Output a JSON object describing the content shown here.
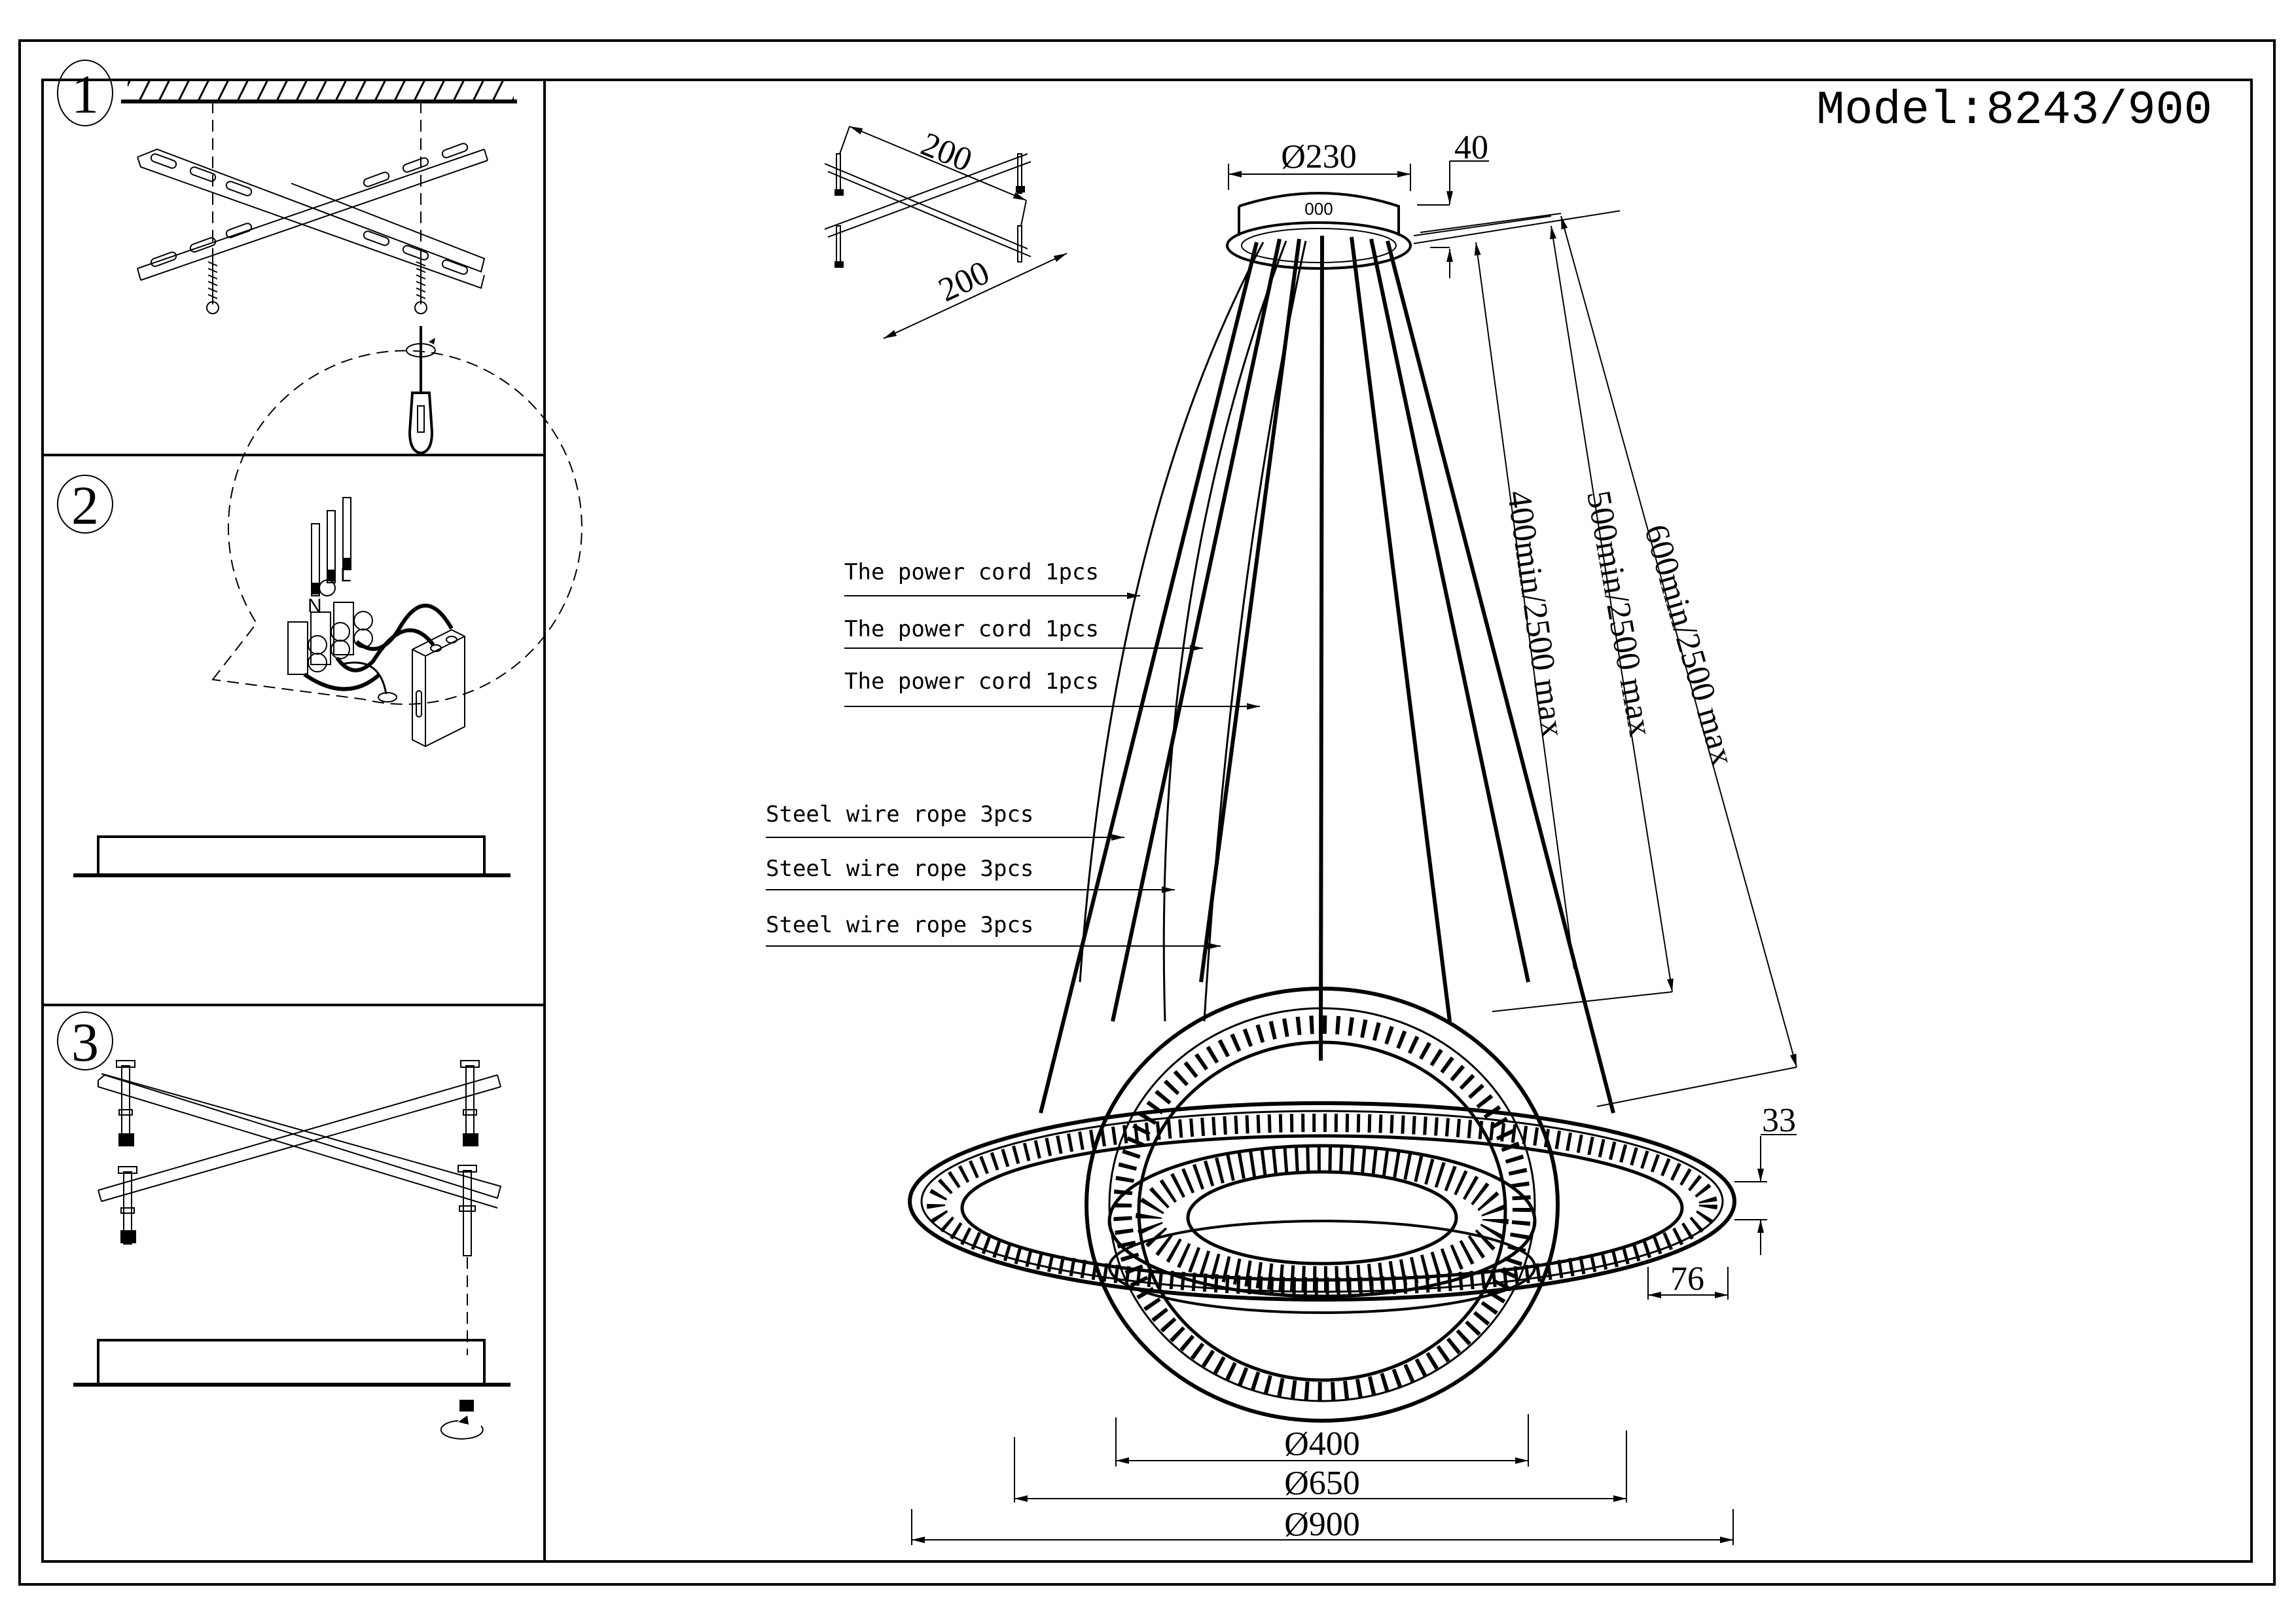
{
  "title": {
    "model": "Model:8243/900"
  },
  "steps": [
    {
      "number": "1"
    },
    {
      "number": "2",
      "wiring_labels": {
        "neutral": "N",
        "live": "L"
      }
    },
    {
      "number": "3"
    }
  ],
  "canopy": {
    "diameter": "Ø230",
    "height": "40",
    "bracket_dim_a": "200",
    "bracket_dim_b": "200"
  },
  "callouts": {
    "power_cords": [
      "The power cord  1pcs",
      "The power cord  1pcs",
      "The power cord  1pcs"
    ],
    "steel_ropes": [
      "Steel wire rope  3pcs",
      "Steel wire rope  3pcs",
      "Steel wire rope  3pcs"
    ]
  },
  "suspension_lengths": [
    "400min/2500 max",
    "500min/2500 max",
    "600min/2500 max"
  ],
  "ring_dims": {
    "ring_height": "33",
    "ring_width": "76",
    "diameters": [
      "Ø400",
      "Ø650",
      "Ø900"
    ]
  }
}
